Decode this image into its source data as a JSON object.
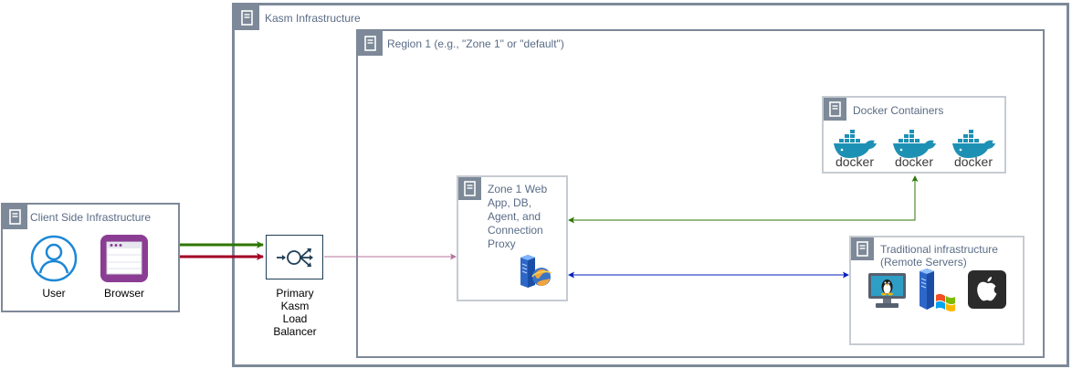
{
  "groups": {
    "kasm": "Kasm Infrastructure",
    "region": "Region 1 (e.g., \"Zone 1\" or \"default\")",
    "client": "Client Side Infrastructure",
    "docker": "Docker Containers",
    "zone": "Zone 1 Web App, DB, Agent, and Connection Proxy",
    "traditional": "Traditional infrastructure (Remote Servers)"
  },
  "nodes": {
    "user": "User",
    "browser": "Browser",
    "load_balancer": "Primary Kasm Load Balancer",
    "docker_logo_text": "docker"
  },
  "colors": {
    "group_border": "#7d8998",
    "group_title": "#5a6c86",
    "green_link": "#2d7600",
    "maroon_link": "#a20025",
    "pink_link": "#b5739d",
    "blue_link": "#001dbc",
    "docker_blue": "#1d91b4",
    "user_blue": "#1c87d6",
    "browser_purple": "#8b3c93"
  }
}
